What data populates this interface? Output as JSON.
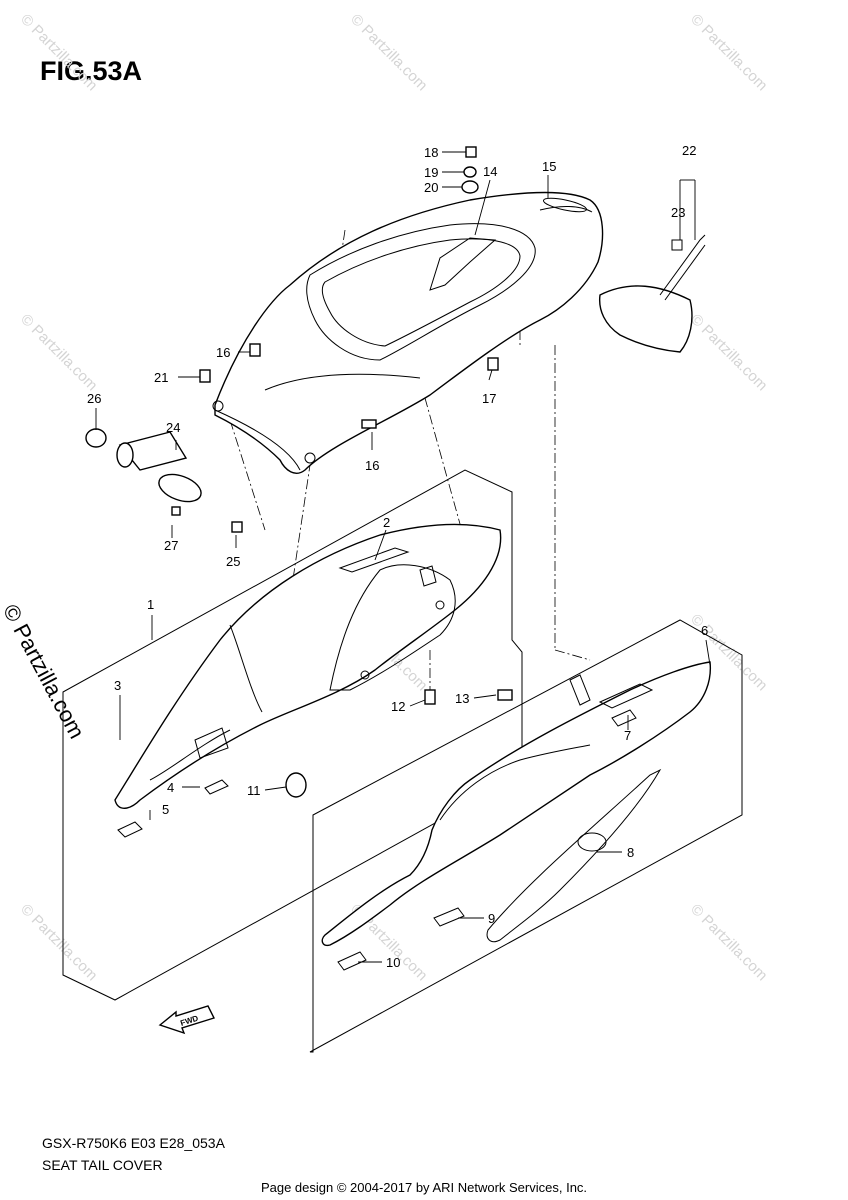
{
  "figure": {
    "title": "FIG.53A",
    "model_code": "GSX-R750K6 E03 E28_053A",
    "section_name": "SEAT TAIL COVER"
  },
  "watermark": {
    "side_text": "© Partzilla.com",
    "tile_text": "© Partzilla.com"
  },
  "fwd_label": "FWD",
  "footer": "Page design © 2004-2017 by ARI Network Services, Inc.",
  "callouts": [
    "1",
    "2",
    "3",
    "4",
    "5",
    "6",
    "7",
    "8",
    "9",
    "10",
    "11",
    "12",
    "13",
    "14",
    "15",
    "16",
    "16",
    "17",
    "18",
    "19",
    "20",
    "21",
    "22",
    "23",
    "24",
    "25",
    "26",
    "27"
  ]
}
